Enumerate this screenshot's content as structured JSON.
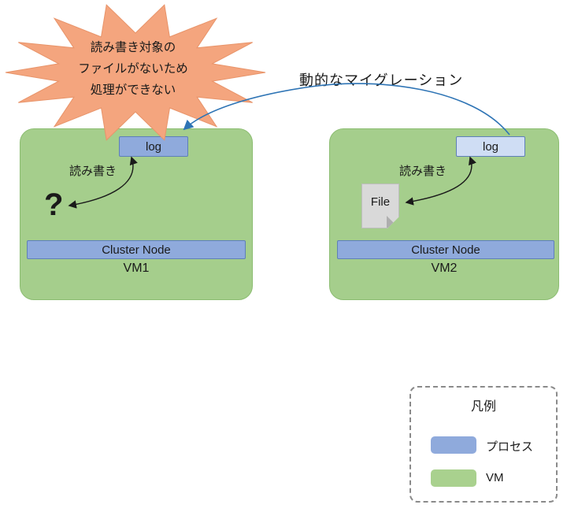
{
  "burst": {
    "lines": [
      "読み書き対象の",
      "ファイルがないため",
      "処理ができない"
    ]
  },
  "migration_label": "動的なマイグレーション",
  "vm1": {
    "name": "VM1",
    "log_label": "log",
    "rw_label": "読み書き",
    "question_mark": "?",
    "cluster_label": "Cluster Node"
  },
  "vm2": {
    "name": "VM2",
    "log_label": "log",
    "rw_label": "読み書き",
    "file_label": "File",
    "cluster_label": "Cluster Node"
  },
  "legend": {
    "title": "凡例",
    "items": [
      {
        "label": "プロセス",
        "color": "#8faadc"
      },
      {
        "label": "VM",
        "color": "#a9d18e"
      }
    ]
  },
  "colors": {
    "vm": "#a5ce8c",
    "process": "#8faadc",
    "process_light": "#cfddf4",
    "burst": "#f4a57e",
    "arrow": "#1a1a1a",
    "migration_arrow": "#2e74b5"
  }
}
